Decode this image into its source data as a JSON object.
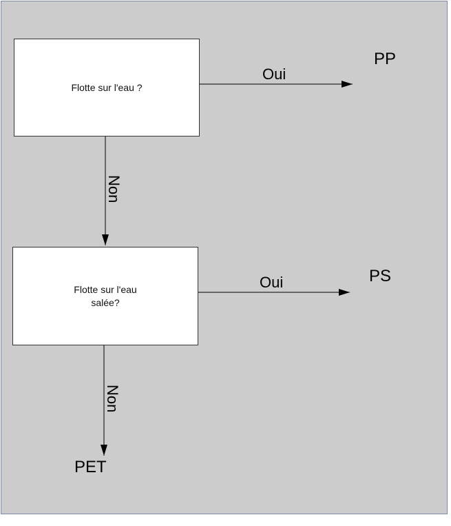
{
  "nodes": {
    "q1": "Flotte sur l'eau ?",
    "q2_line1": "Flotte sur l'eau",
    "q2_line2": "salée?"
  },
  "edges": {
    "q1_yes": "Oui",
    "q1_no": "Non",
    "q2_yes": "Oui",
    "q2_no": "Non"
  },
  "results": {
    "r1": "PP",
    "r2": "PS",
    "r3": "PET"
  },
  "colors": {
    "background": "#cccccc",
    "border": "#7a8aa6",
    "box_fill": "#ffffff",
    "lines": "#000000"
  }
}
